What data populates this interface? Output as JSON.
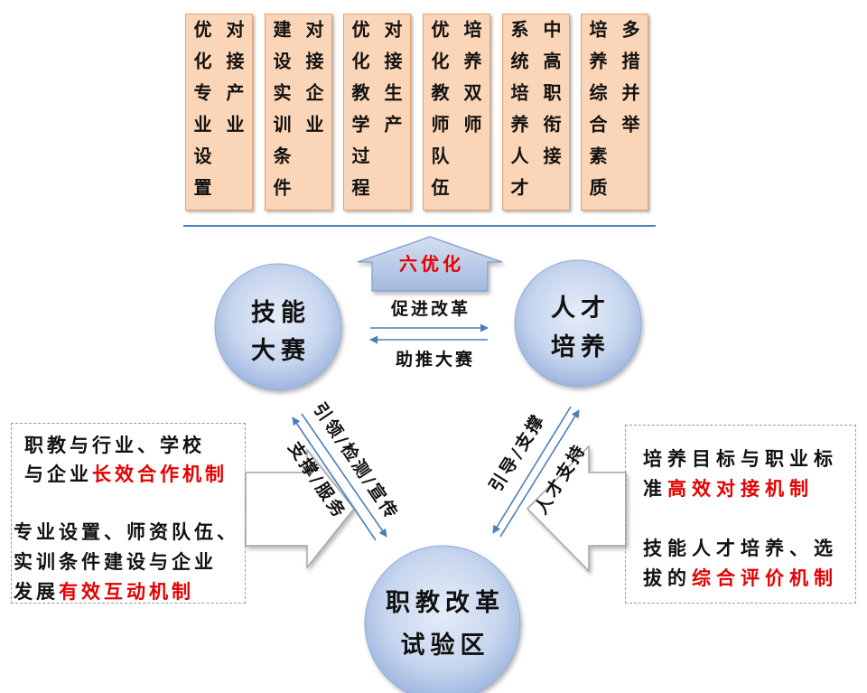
{
  "top_boxes": [
    {
      "right_column": "对接产业",
      "left_column": "优化专业设置"
    },
    {
      "right_column": "对接企业",
      "left_column": "建设实训条件"
    },
    {
      "right_column": "对接生产",
      "left_column": "优化教学过程"
    },
    {
      "right_column": "培养双师",
      "left_column": "优化教师队伍"
    },
    {
      "right_column": "中高职衔接",
      "left_column": "系统培养人才"
    },
    {
      "right_column": "多措并举",
      "left_column": "培养综合素质"
    }
  ],
  "upward_arrow_label": "六优化",
  "circles": {
    "skills_competition": {
      "line1": "技能",
      "line2": "大赛"
    },
    "talent_cultivation": {
      "line1": "人才",
      "line2": "培养"
    },
    "reform_zone": {
      "line1": "职教改革",
      "line2": "试验区"
    }
  },
  "links": {
    "top_arrow_label": "促进改革",
    "bottom_arrow_label": "助推大赛",
    "left_path_label_a": "引领/检测/宣传",
    "left_path_label_b": "支撑/服务",
    "right_path_label_a": "引导/支撑",
    "right_path_label_b": "人才支持"
  },
  "left_panel": {
    "item1": {
      "line1": "职教与行业、学校",
      "line2_prefix": "与企业",
      "line2_highlight": "长效合作机制"
    },
    "item2": {
      "line1": "专业设置、师资队伍、",
      "line2": "实训条件建设与企业",
      "line3_prefix": "发展",
      "line3_highlight": "有效互动机制"
    }
  },
  "right_panel": {
    "item1": {
      "line1": "培养目标与职业标",
      "line2_prefix": "准",
      "line2_highlight": "高效对接机制"
    },
    "item2": {
      "line1": "技能人才培养、选",
      "line2_prefix": "拔的",
      "line2_highlight": "综合评价机制"
    }
  },
  "colors": {
    "box_fill": "#fbd5b7",
    "box_border": "#e8a06a",
    "highlight_text": "#e60000",
    "separator_line": "#4f81bd",
    "connector_arrow": "#4a7ebb"
  }
}
